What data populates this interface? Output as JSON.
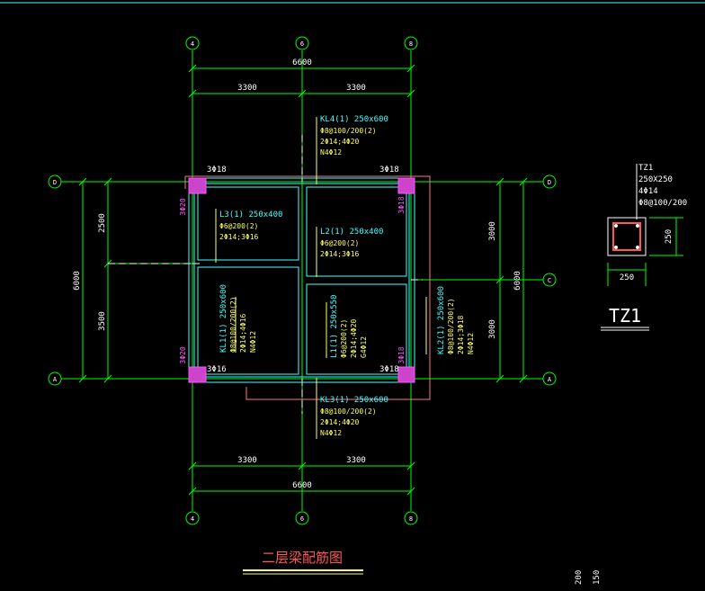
{
  "colors": {
    "background": "#000000",
    "grid": "#00ff00",
    "beam_outline": "#44ffff",
    "column": "#ff55ff",
    "note_text": "#ffff66",
    "label_text": "#44ffff",
    "dim_text": "#ffffff",
    "outline_red": "#ff7788"
  },
  "axes": {
    "top": [
      "4",
      "6",
      "8"
    ],
    "bottom": [
      "4",
      "6",
      "8"
    ],
    "left": [
      "D",
      "A"
    ],
    "right": [
      "D",
      "C",
      "A"
    ]
  },
  "dims": {
    "top_total": "6600",
    "top_left": "3300",
    "top_right": "3300",
    "bottom_left": "3300",
    "bottom_right": "3300",
    "bottom_total": "6600",
    "left_upper": "2500",
    "left_lower": "3500",
    "left_total": "6000",
    "right_upper": "3000",
    "right_lower": "3000",
    "right_total": "6000"
  },
  "bars": {
    "tl": "3Φ18",
    "tr": "3Φ18",
    "bl": "3Φ16",
    "br": "3Φ18",
    "left_upper_vert": "3Φ20",
    "left_lower_vert": "3Φ20",
    "right_upper_vert": "3Φ18",
    "right_lower_vert": "3Φ18"
  },
  "beams": {
    "kl4": {
      "name": "KL4(1) 250x600",
      "lines": [
        "Φ8@100/200(2)",
        "2Φ14;4Φ20",
        "N4Φ12"
      ]
    },
    "l3": {
      "name": "L3(1) 250x400",
      "lines": [
        "Φ6@200(2)",
        "2Φ14;3Φ16"
      ]
    },
    "l2": {
      "name": "L2(1) 250x400",
      "lines": [
        "Φ6@200(2)",
        "2Φ14;3Φ16"
      ]
    },
    "kl1": {
      "name": "KL1(1) 250x600",
      "lines": [
        "Φ8@100/200(2)",
        "2Φ14;4Φ16",
        "N4Φ12"
      ]
    },
    "l1": {
      "name": "L1(1) 250x550",
      "lines": [
        "Φ6@200(2)",
        "2Φ14;4Φ20",
        "G4Φ12"
      ]
    },
    "kl2": {
      "name": "KL2(1) 250x600",
      "lines": [
        "Φ8@100/200(2)",
        "2Φ14;3Φ18",
        "N4Φ12"
      ]
    },
    "kl3": {
      "name": "KL3(1) 250x600",
      "lines": [
        "Φ8@100/200(2)",
        "2Φ14;4Φ20",
        "N4Φ12"
      ]
    }
  },
  "tz1": {
    "name": "TZ1",
    "size": "250X250",
    "bars": "4Φ14",
    "stirrup": "Φ8@100/200",
    "dim_w": "250",
    "dim_h": "250",
    "caption": "TZ1"
  },
  "title": "二层梁配筋图",
  "corner_text": [
    "200",
    "150"
  ]
}
